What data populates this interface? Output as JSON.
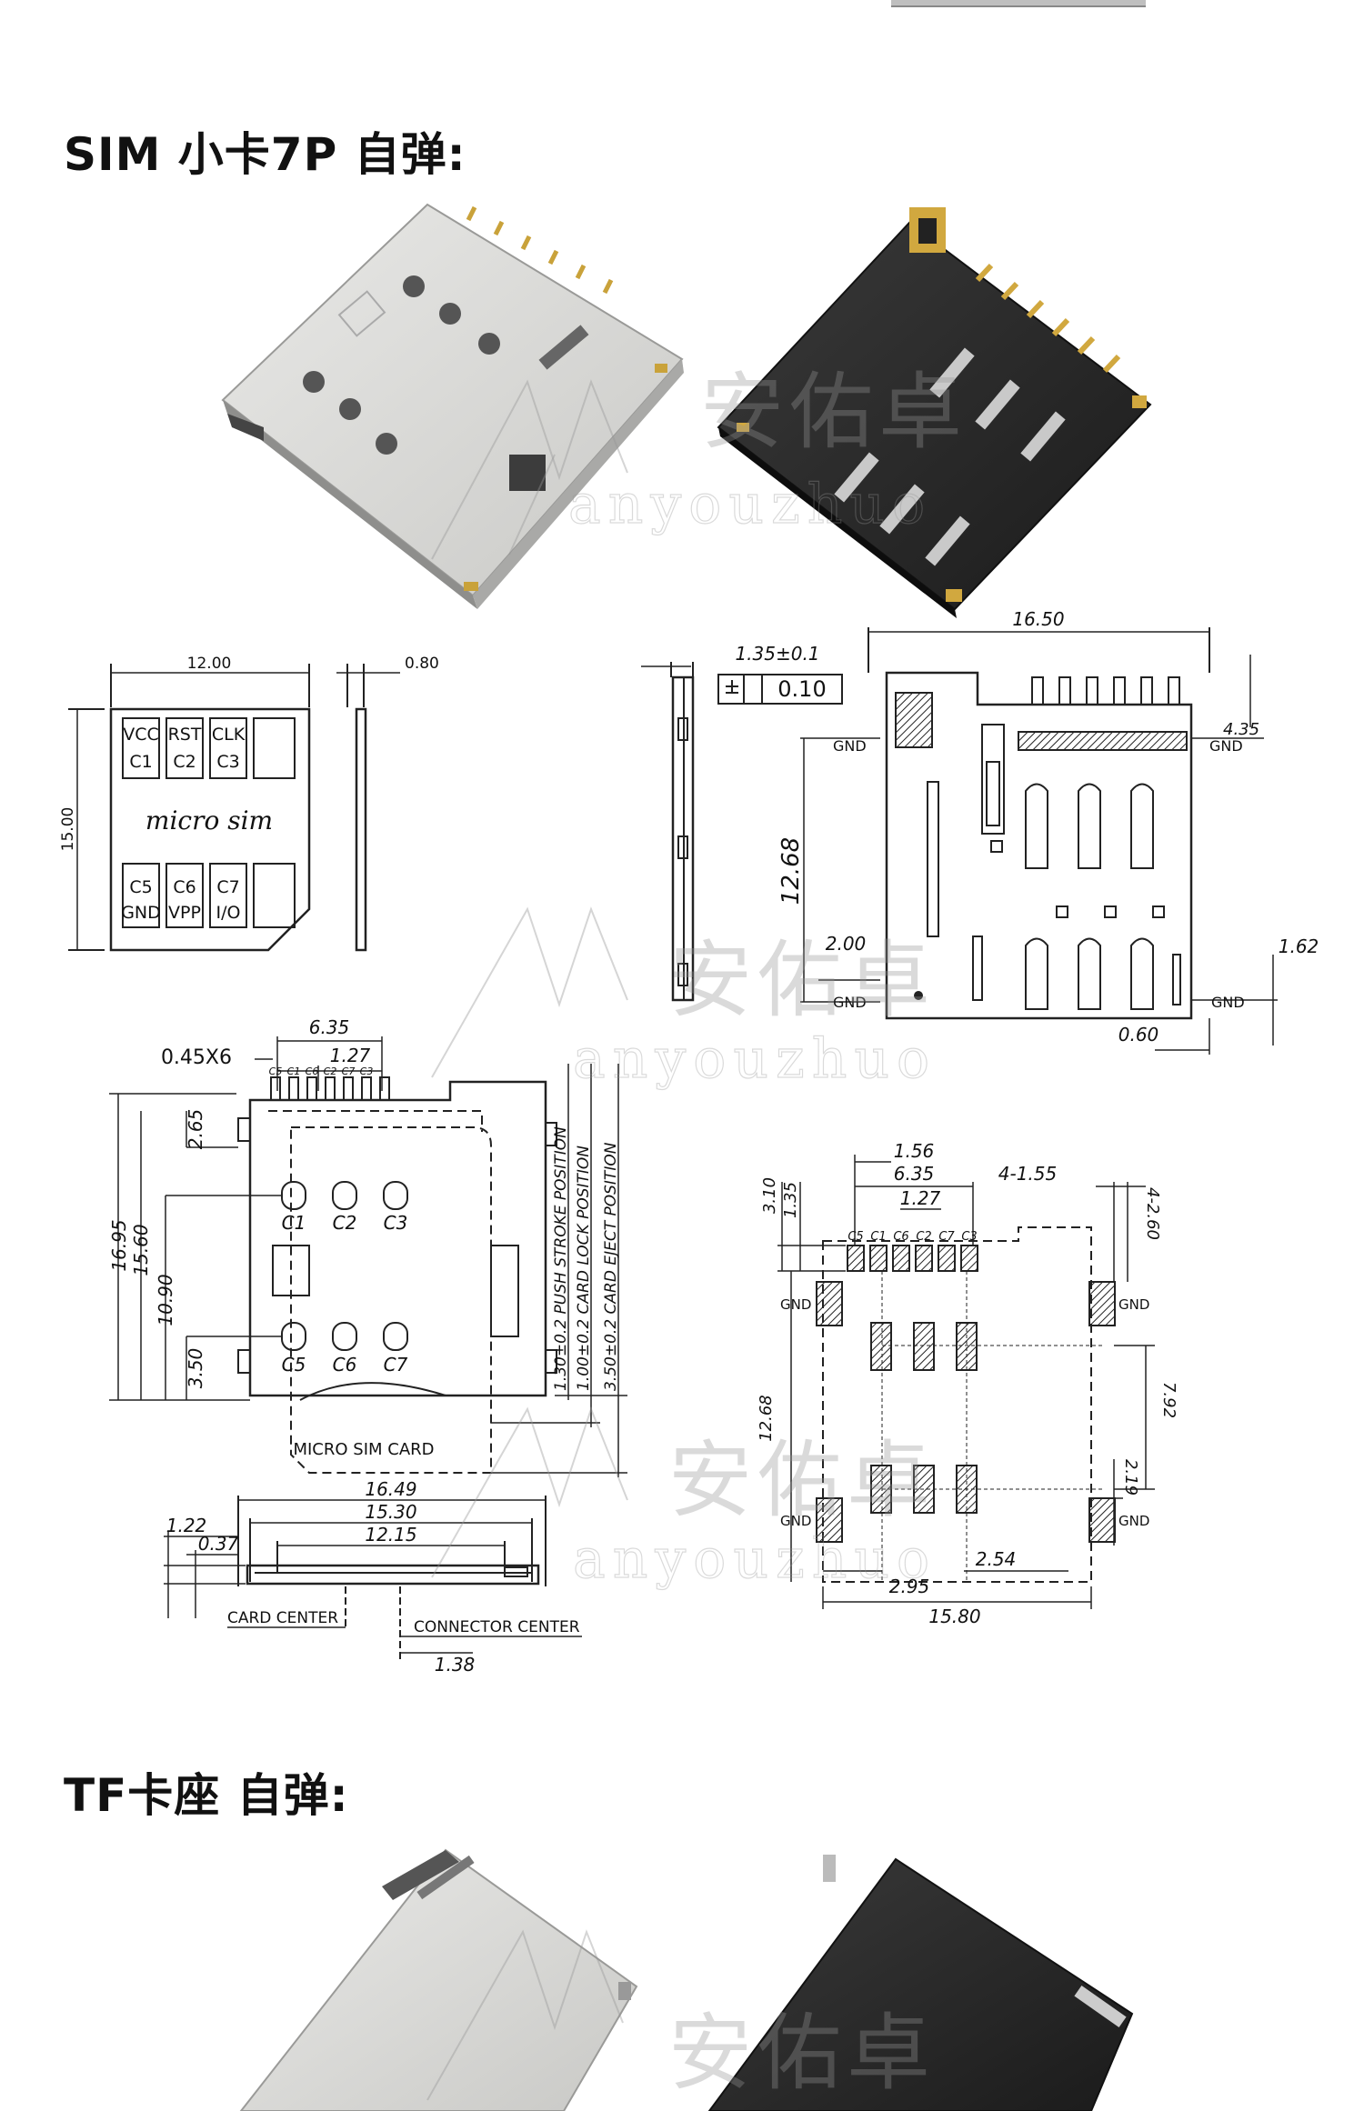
{
  "headings": {
    "sim_section": "SIM 小卡7P 自弹:",
    "tf_section": "TF卡座 自弹:"
  },
  "watermark": {
    "chinese": "安佑卓",
    "latin": "anyouzhuo"
  },
  "card_drawing": {
    "width_dim": "12.00",
    "height_dim": "15.00",
    "thickness_dim": "0.80",
    "card_label": "micro  sim",
    "top_contacts": [
      {
        "name": "VCC",
        "code": "C1"
      },
      {
        "name": "RST",
        "code": "C2"
      },
      {
        "name": "CLK",
        "code": "C3"
      }
    ],
    "bottom_contacts": [
      {
        "name": "C5",
        "code": "GND"
      },
      {
        "name": "C6",
        "code": "VPP"
      },
      {
        "name": "C7",
        "code": "I/O"
      }
    ]
  },
  "side_view": {
    "thickness_dim": "1.35±0.1",
    "flatness_dim": "0.10"
  },
  "top_view": {
    "width_dim": "16.50",
    "height_dim": "12.68",
    "pin_offset_dim": "4.35",
    "pad_dim": "2.00",
    "right_dim": "1.62",
    "bottom_dim": "0.60",
    "gnd_label": "GND"
  },
  "main_view": {
    "pin_dim": "0.45X6",
    "span_dim": "6.35",
    "pitch_dim": "1.27",
    "left_dims": [
      "16.95",
      "15.60",
      "10.90",
      "3.50",
      "2.65"
    ],
    "top_pin_labels": [
      "C5",
      "C1",
      "C6",
      "C2",
      "C7",
      "C3"
    ],
    "contacts_top": [
      "C1",
      "C2",
      "C3"
    ],
    "contacts_bottom": [
      "C5",
      "C6",
      "C7"
    ],
    "positions": [
      "1.30±0.2 PUSH STROKE POSITION",
      "1.00±0.2 CARD LOCK POSITION",
      "3.50±0.2 CARD EJECT POSITION"
    ],
    "card_label": "MICRO SIM CARD"
  },
  "bottom_view": {
    "dims": [
      "16.49",
      "15.30",
      "12.15"
    ],
    "left_dims": [
      "1.22",
      "0.37"
    ],
    "card_center": "CARD CENTER",
    "connector_center": "CONNECTOR CENTER",
    "offset_dim": "1.38"
  },
  "footprint": {
    "top_dims": [
      "1.56",
      "6.35",
      "1.27",
      "4-1.55"
    ],
    "left_dims": [
      "3.10",
      "1.35",
      "12.68"
    ],
    "right_dims": [
      "4-2.60",
      "7.92",
      "2.19"
    ],
    "bottom_dims": [
      "2.95",
      "2.54",
      "15.80"
    ],
    "pin_labels": [
      "C5",
      "C1",
      "C6",
      "C2",
      "C7",
      "C3"
    ],
    "gnd_label": "GND"
  }
}
